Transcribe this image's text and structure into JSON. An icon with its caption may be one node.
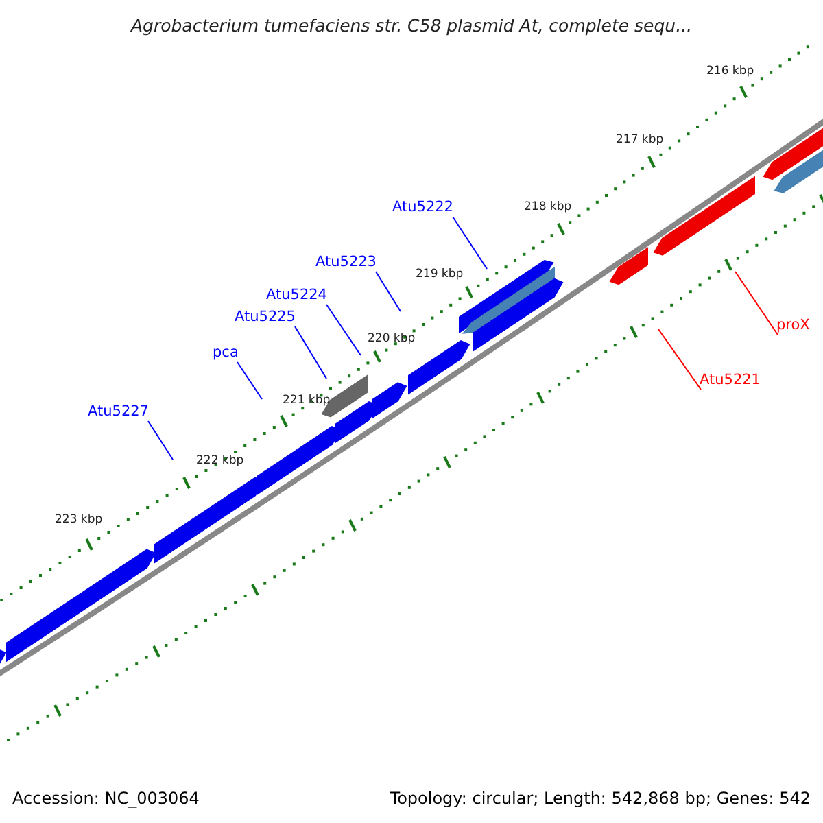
{
  "diagram": {
    "title": "Agrobacterium tumefaciens str. C58 plasmid At, complete sequ...",
    "nodes": [
      {
        "text": [
          "Atu5222"
        ]
      },
      {
        "text": [
          "Atu5223"
        ]
      },
      {
        "text": [
          "Atu5224"
        ]
      },
      {
        "text": [
          "Atu5225"
        ]
      },
      {
        "text": [
          "pca"
        ]
      },
      {
        "text": [
          "Atu5227"
        ]
      },
      {
        "text": [
          "Atu5221"
        ]
      },
      {
        "text": [
          "proX"
        ]
      }
    ],
    "edges": [
      {
        "from": 0,
        "to": null,
        "arrow": "none"
      },
      {
        "from": 1,
        "to": null,
        "arrow": "none"
      },
      {
        "from": 2,
        "to": null,
        "arrow": "none"
      },
      {
        "from": 3,
        "to": null,
        "arrow": "none"
      },
      {
        "from": 4,
        "to": null,
        "arrow": "none"
      },
      {
        "from": 5,
        "to": null,
        "arrow": "none"
      },
      {
        "from": 6,
        "to": null,
        "arrow": "none",
        "color": "#ff0000"
      },
      {
        "from": 7,
        "to": null,
        "arrow": "none",
        "color": "#ff0000"
      }
    ],
    "labels": [
      "216 kbp",
      "217 kbp",
      "218 kbp",
      "219 kbp",
      "220 kbp",
      "221 kbp",
      "222 kbp",
      "223 kbp",
      "Accession: NC_003064",
      "Topology: circular; Length: 542,868 bp; Genes: 542"
    ]
  }
}
